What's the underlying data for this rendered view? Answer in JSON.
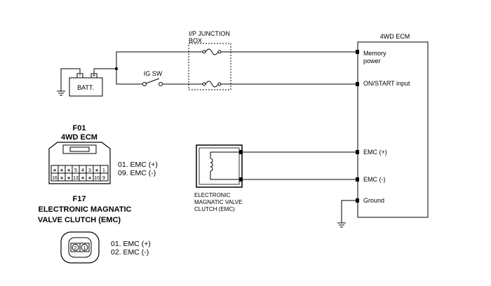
{
  "junction_box": {
    "line1": "I/P JUNCTION",
    "line2": "BOX"
  },
  "ecm": {
    "title": "4WD ECM",
    "pins": {
      "memory_power_1": "Memory",
      "memory_power_2": "power",
      "on_start": "ON/START input",
      "emc_plus": "EMC (+)",
      "emc_minus": "EMC (-)",
      "ground": "Ground"
    }
  },
  "battery": {
    "label": "BATT."
  },
  "ig_switch": {
    "label": "IG SW"
  },
  "emc_component": {
    "line1": "ELECTRONIC",
    "line2": "MAGNATIC VALVE",
    "line3": "CLUTCH (EMC)"
  },
  "connector_f01": {
    "code": "F01",
    "name": "4WD ECM",
    "top_row": [
      "∗",
      "∗",
      "∗",
      "5",
      "4",
      "3",
      "∗",
      "1"
    ],
    "bottom_row": [
      "16",
      "∗",
      "∗",
      "13",
      "∗",
      "∗",
      "10",
      "9"
    ],
    "pins": [
      "01. EMC (+)",
      "09. EMC (-)"
    ]
  },
  "connector_f17": {
    "code": "F17",
    "name_line1": "ELECTRONIC MAGNATIC",
    "name_line2": "VALVE CLUTCH (EMC)",
    "cells": [
      "2",
      "1"
    ],
    "pins": [
      "01. EMC (+)",
      "02. EMC (-)"
    ]
  }
}
